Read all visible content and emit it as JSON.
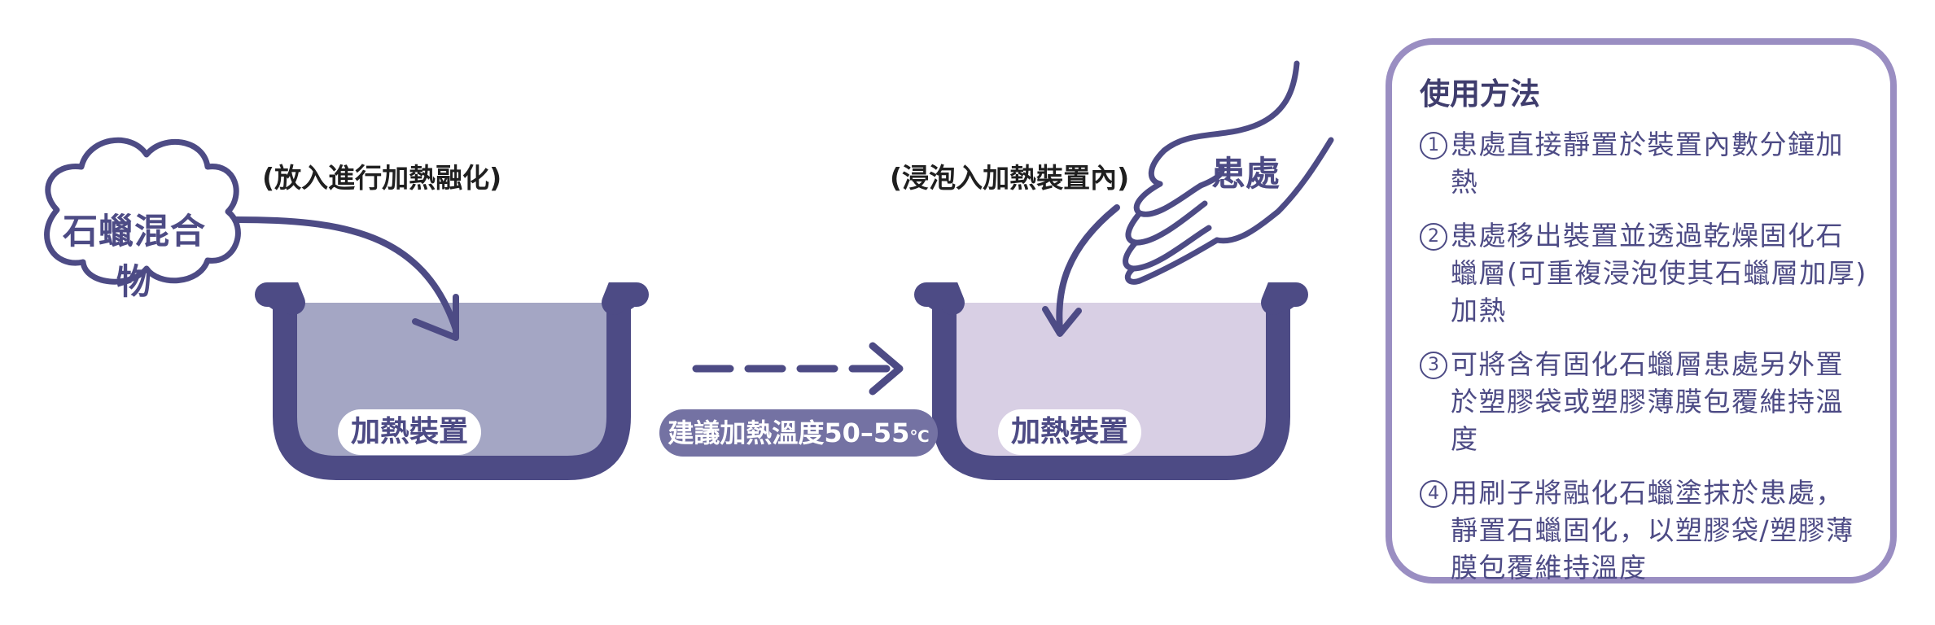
{
  "colors": {
    "navy": "#4d4b85",
    "pot1_fill": "#a4a6c4",
    "pot2_fill": "#d8cfe4",
    "panel_border": "#9a8ec2",
    "temp_pill": "#7472a3"
  },
  "cloud_label": "石蠟混合物",
  "note_left": "(放入進行加熱融化)",
  "note_right": "(浸泡入加熱裝置內)",
  "hand_label": "患處",
  "pot_left_label": "加熱裝置",
  "pot_right_label": "加熱裝置",
  "temperature_text": "建議加熱溫度50–55",
  "temperature_unit": "℃",
  "instructions": {
    "title": "使用方法",
    "steps": [
      {
        "num": "1",
        "text": "患處直接靜置於裝置內數分鐘加熱"
      },
      {
        "num": "2",
        "text": "患處移出裝置並透過乾燥固化石蠟層(可重複浸泡使其石蠟層加厚)加熱"
      },
      {
        "num": "3",
        "text": "可將含有固化石蠟層患處另外置於塑膠袋或塑膠薄膜包覆維持溫度"
      },
      {
        "num": "4",
        "text": "用刷子將融化石蠟塗抹於患處，靜置石蠟固化，以塑膠袋/塑膠薄膜包覆維持溫度"
      }
    ]
  }
}
